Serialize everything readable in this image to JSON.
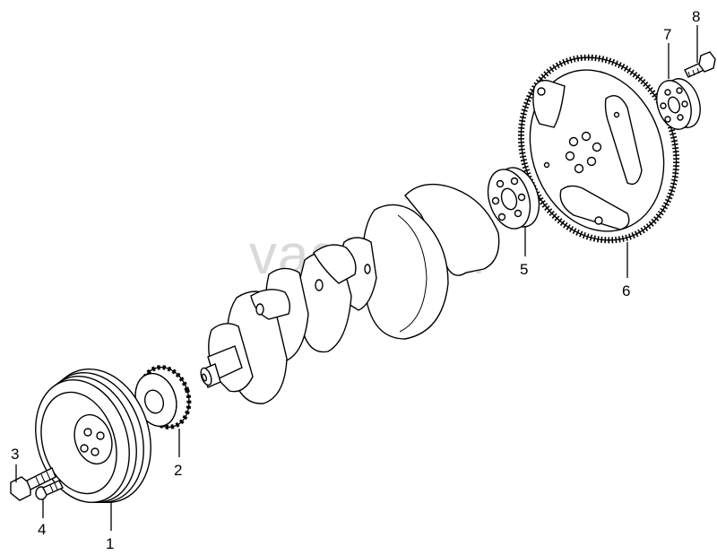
{
  "watermark": "vagtec.ru",
  "callouts": [
    {
      "id": "1",
      "label": "1"
    },
    {
      "id": "2",
      "label": "2"
    },
    {
      "id": "3",
      "label": "3"
    },
    {
      "id": "4",
      "label": "4"
    },
    {
      "id": "5",
      "label": "5"
    },
    {
      "id": "6",
      "label": "6"
    },
    {
      "id": "7",
      "label": "7"
    },
    {
      "id": "8",
      "label": "8"
    }
  ]
}
